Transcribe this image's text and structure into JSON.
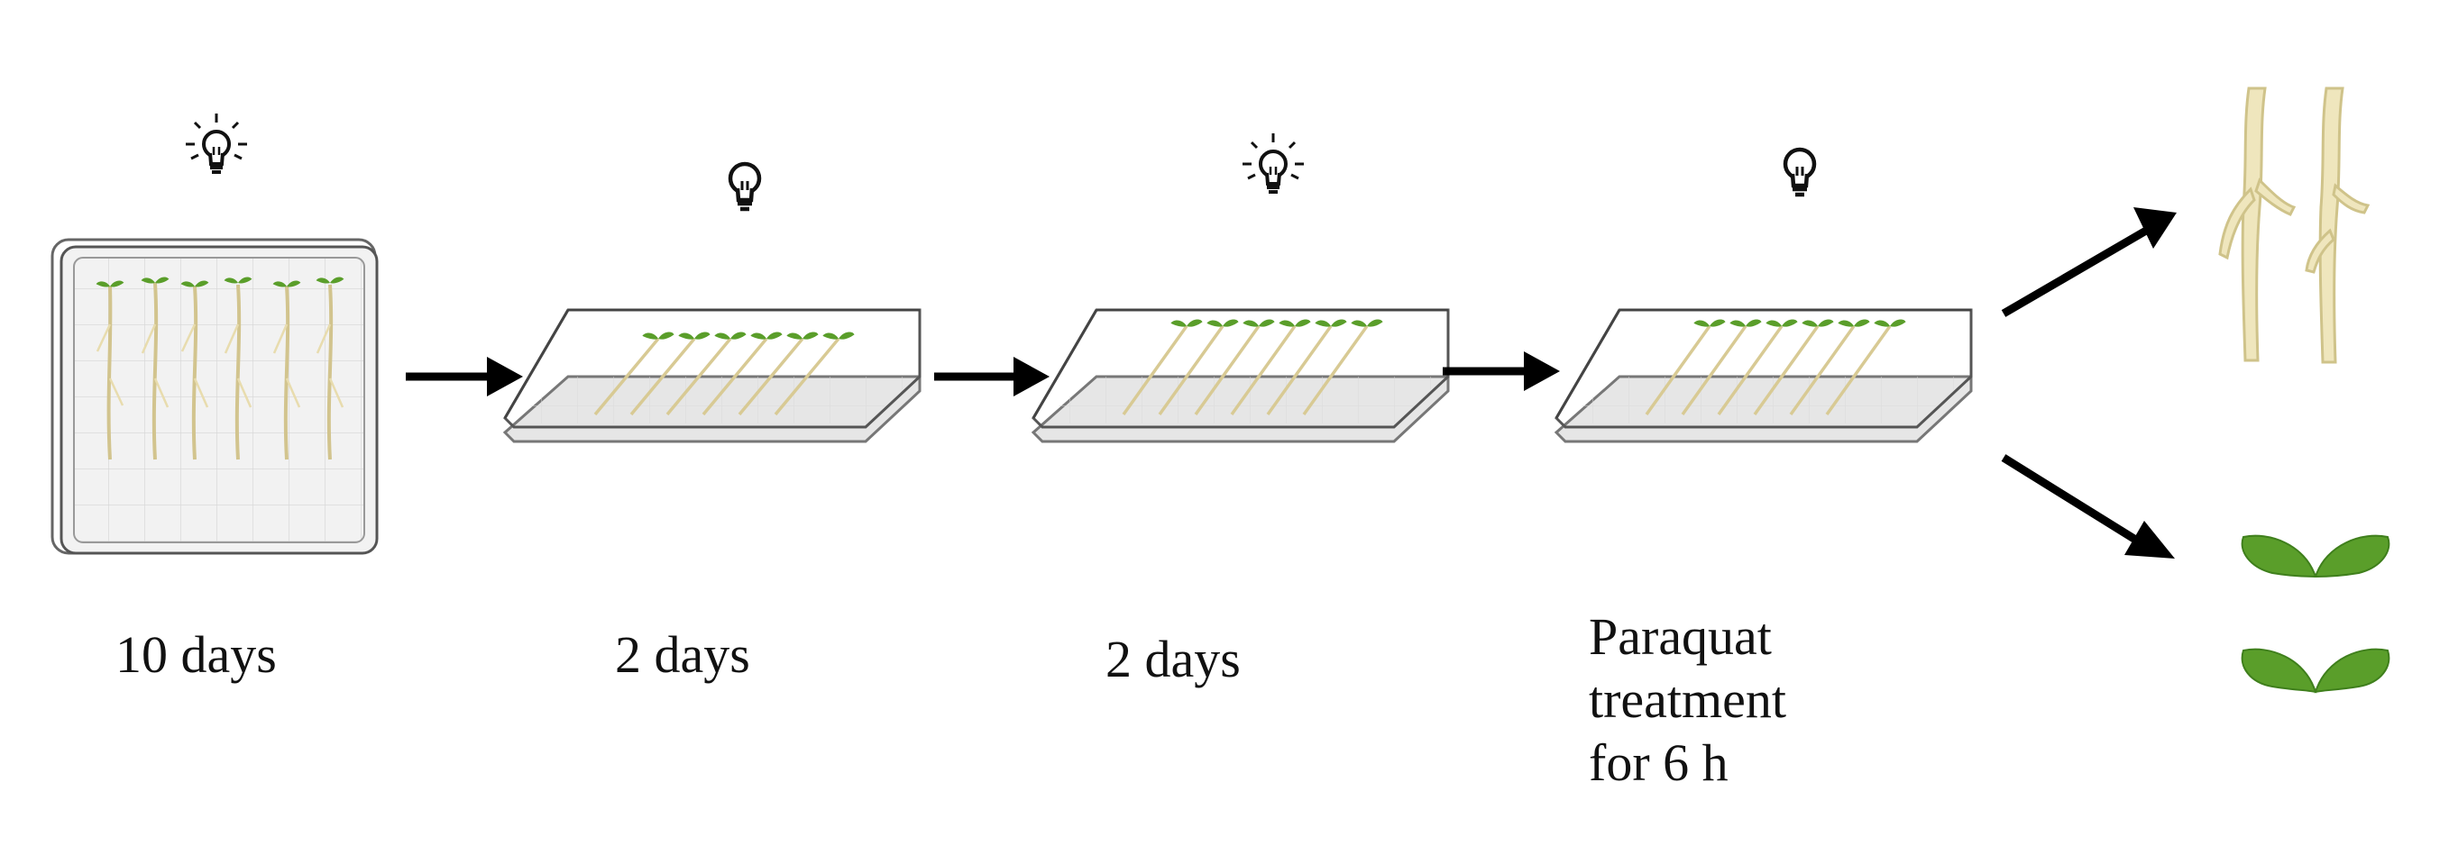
{
  "steps": [
    {
      "id": "step-1",
      "label": "10 days",
      "light": "on"
    },
    {
      "id": "step-2",
      "label": "2 days",
      "light": "off"
    },
    {
      "id": "step-3",
      "label": "2 days",
      "light": "on"
    },
    {
      "id": "step-4",
      "label_lines": [
        "Paraquat",
        "treatment",
        "for 6 h"
      ],
      "light": "off"
    }
  ],
  "outputs": [
    "roots",
    "shoots"
  ],
  "colors": {
    "plate_outline": "#555555",
    "plate_fill": "#eeeeee",
    "root": "#efe6bd",
    "root_edge": "#cfc38a",
    "leaf": "#5a9e2a",
    "leaf_dark": "#3f7f1c",
    "arrow": "#000000"
  },
  "icons": [
    "lightbulb-on-icon",
    "lightbulb-off-icon",
    "arrow-right-icon"
  ]
}
